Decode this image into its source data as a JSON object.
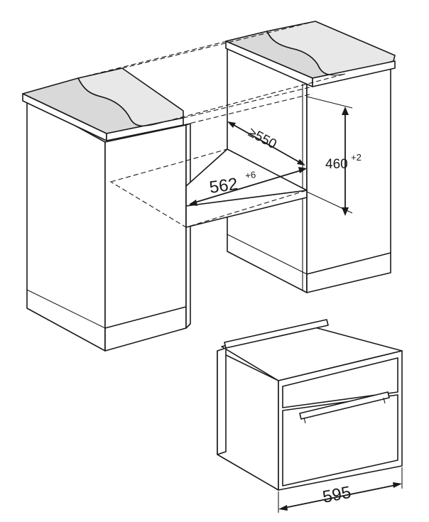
{
  "dimensions": {
    "niche_width": {
      "value": "562",
      "tolerance": "+6"
    },
    "niche_depth": {
      "value": "≥550"
    },
    "niche_height": {
      "value": "460",
      "tolerance": "+2"
    },
    "appliance_width": {
      "value": "595"
    }
  },
  "colors": {
    "line": "#1a1a1a",
    "countertop": "#d9d9d9",
    "background": "#ffffff"
  }
}
